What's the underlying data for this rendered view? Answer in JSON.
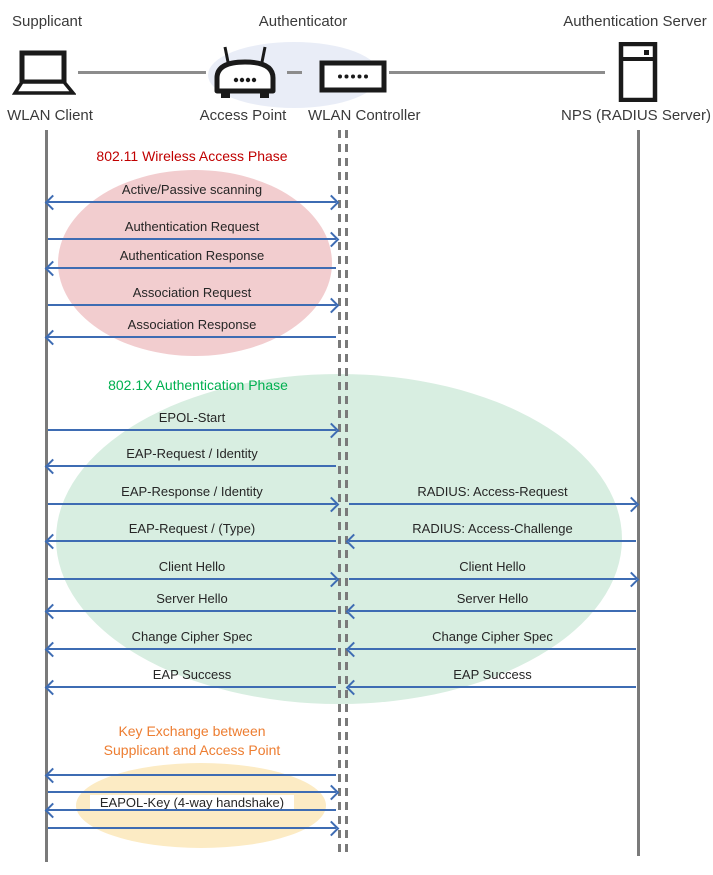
{
  "actors": {
    "supplicant_role": "Supplicant",
    "authenticator_role": "Authenticator",
    "auth_server_role": "Authentication Server",
    "wlan_client": "WLAN Client",
    "access_point": "Access Point",
    "wlan_controller": "WLAN Controller",
    "nps": "NPS (RADIUS Server)"
  },
  "phases": [
    {
      "title": "802.11 Wireless Access Phase",
      "title_color": "#C00000",
      "ellipse_color": "#F2CDCF",
      "messages": [
        {
          "label": "Active/Passive scanning",
          "direction": "both"
        },
        {
          "label": "Authentication Request",
          "direction": "right"
        },
        {
          "label": "Authentication Response",
          "direction": "left"
        },
        {
          "label": "Association Request",
          "direction": "right"
        },
        {
          "label": "Association Response",
          "direction": "left"
        }
      ]
    },
    {
      "title": "802.1X Authentication Phase",
      "title_color": "#00B050",
      "ellipse_color": "#D8EEE1",
      "messages": [
        {
          "label": "EPOL-Start",
          "direction": "right"
        },
        {
          "label": "EAP-Request / Identity",
          "direction": "left"
        },
        {
          "label": "EAP-Response / Identity",
          "direction": "right",
          "right_label": "RADIUS: Access-Request",
          "right_direction": "right"
        },
        {
          "label": "EAP-Request / (Type)",
          "direction": "left",
          "right_label": "RADIUS: Access-Challenge",
          "right_direction": "left"
        },
        {
          "label": "Client Hello",
          "direction": "right",
          "right_label": "Client Hello",
          "right_direction": "right"
        },
        {
          "label": "Server Hello",
          "direction": "left",
          "right_label": "Server Hello",
          "right_direction": "left"
        },
        {
          "label": "Change Cipher Spec",
          "direction": "left",
          "right_label": "Change Cipher Spec",
          "right_direction": "left"
        },
        {
          "label": "EAP Success",
          "direction": "left",
          "right_label": "EAP Success",
          "right_direction": "left"
        }
      ]
    },
    {
      "title_line1": "Key Exchange between",
      "title_line2": "Supplicant and Access Point",
      "title_color": "#ED7D31",
      "ellipse_color": "#FCEBC4",
      "handshake_label": "EAPOL-Key (4-way handshake)",
      "arrows": [
        "left",
        "right",
        "left",
        "right"
      ]
    }
  ],
  "colors": {
    "arrow": "#3E6CB3",
    "lifeline": "#7a7a7a",
    "authenticator_group_ellipse": "#E9EDF7",
    "message_text": "#262626"
  }
}
